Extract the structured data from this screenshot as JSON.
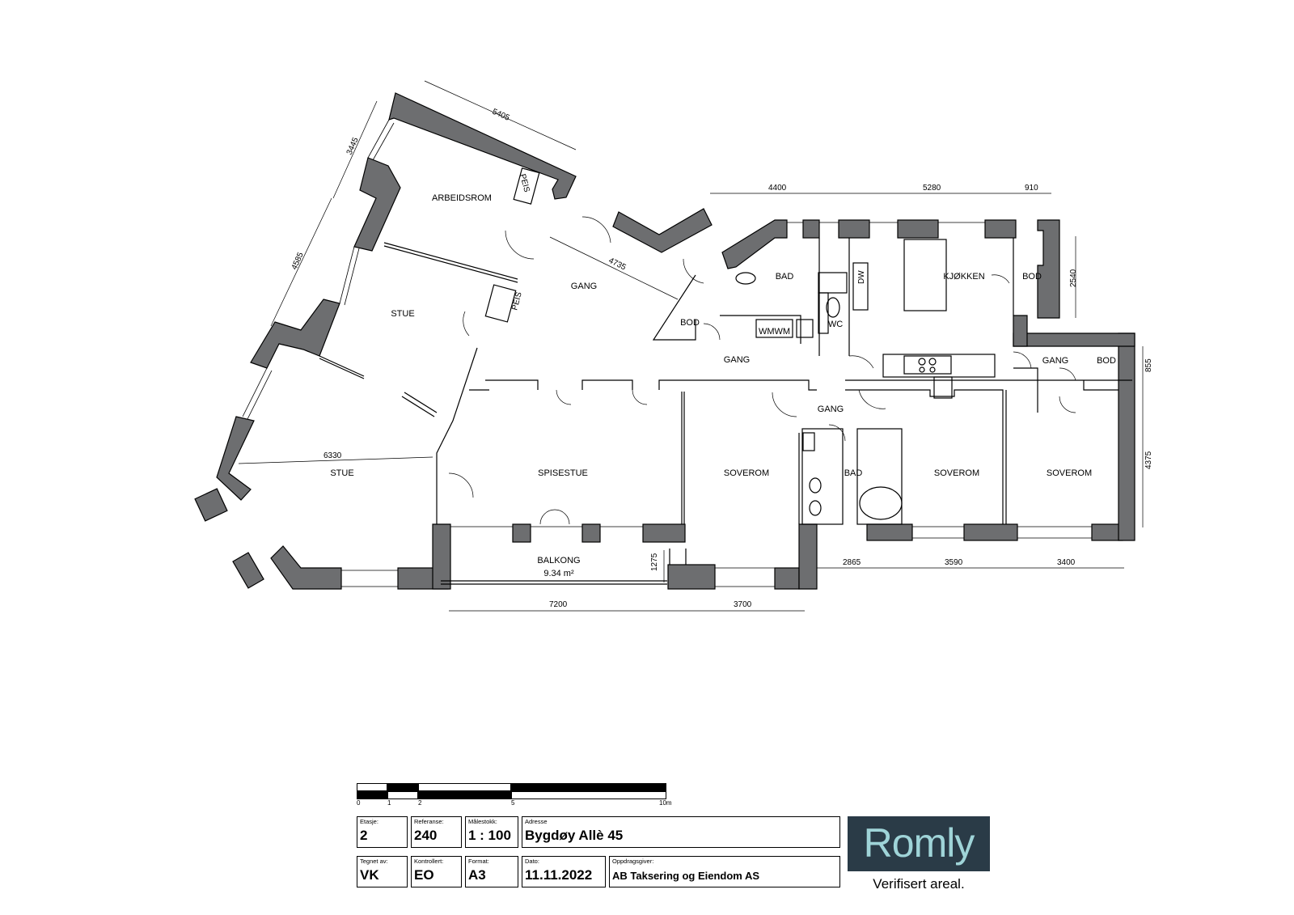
{
  "rooms": {
    "arbeidsrom": "ARBEIDSROM",
    "stue_upper": "STUE",
    "stue_lower": "STUE",
    "gang_top": "GANG",
    "gang_mid": "GANG",
    "gang_lower": "GANG",
    "gang_right": "GANG",
    "bod_left": "BOD",
    "bad_top": "BAD",
    "wc": "WC",
    "kjokken": "KJØKKEN",
    "bod_top_right": "BOD",
    "bod_right": "BOD",
    "spisestue": "SPISESTUE",
    "soverom_1": "SOVEROM",
    "bad_lower": "BAD",
    "soverom_2": "SOVEROM",
    "soverom_3": "SOVEROM",
    "balkong": "BALKONG",
    "balkong_area": "9.34 m²",
    "peis_1": "PEIS",
    "peis_2": "PEIS",
    "dw": "DW",
    "wmwm": "WMWM"
  },
  "dimensions": {
    "d5405": "5405",
    "d3445": "3445",
    "d4585": "4585",
    "d4735": "4735",
    "d6330": "6330",
    "d4400": "4400",
    "d5280": "5280",
    "d910": "910",
    "d2540": "2540",
    "d855": "855",
    "d4375": "4375",
    "d2865": "2865",
    "d3590": "3590",
    "d3400": "3400",
    "d1275": "1275",
    "d7200": "7200",
    "d3700": "3700"
  },
  "scale_bar": {
    "t0": "0",
    "t1": "1",
    "t2": "2",
    "t5": "5",
    "t10": "10m"
  },
  "title_block": {
    "etasje_label": "Etasje:",
    "etasje": "2",
    "referanse_label": "Referanse:",
    "referanse": "240",
    "malestokk_label": "Målestokk:",
    "malestokk": "1 : 100",
    "adresse_label": "Adresse",
    "adresse": "Bygdøy Allè 45",
    "tegnet_label": "Tegnet av:",
    "tegnet": "VK",
    "kontrollert_label": "Kontrollert:",
    "kontrollert": "EO",
    "format_label": "Format:",
    "format": "A3",
    "dato_label": "Dato:",
    "dato": "11.11.2022",
    "oppdrag_label": "Oppdragsgiver:",
    "oppdrag": "AB Taksering og Eiendom AS"
  },
  "brand": {
    "logo": "Romly",
    "tagline": "Verifisert areal.",
    "logo_bg": "#2a3b47",
    "logo_fg": "#9fd4d8"
  },
  "colors": {
    "wall": "#6d6e70"
  }
}
